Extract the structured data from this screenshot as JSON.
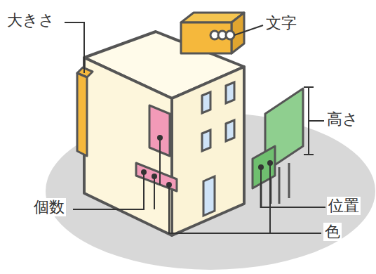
{
  "diagram": {
    "labels": [
      "大きさ",
      "文字",
      "高さ",
      "個数",
      "位置",
      "色"
    ]
  }
}
